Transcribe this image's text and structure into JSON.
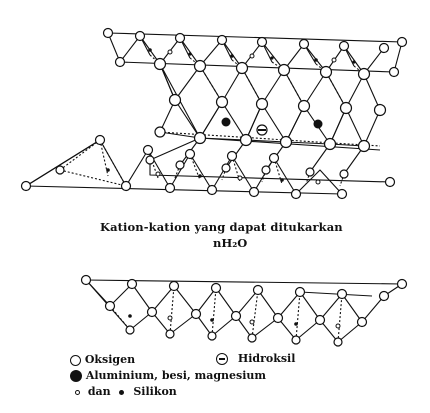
{
  "figure": {
    "caption_exchange": "Kation-kation yang dapat ditukarkan",
    "caption_water": "nH₂O"
  },
  "legend": {
    "oxygen": "Oksigen",
    "hydroxyl": "Hidroksil",
    "octahedral_cations": "Aluminium, besi, magnesium",
    "and": "dan",
    "silicon": "Silikon"
  },
  "icons": {
    "oxygen": "open-circle-icon",
    "hydroxyl": "hydroxyl-circle-icon",
    "octahedral_cation": "solid-circle-icon",
    "silicon_open": "small-open-dot-icon",
    "silicon_solid": "small-solid-dot-icon"
  },
  "colors": {
    "ink": "#111111",
    "paper": "#ffffff"
  }
}
